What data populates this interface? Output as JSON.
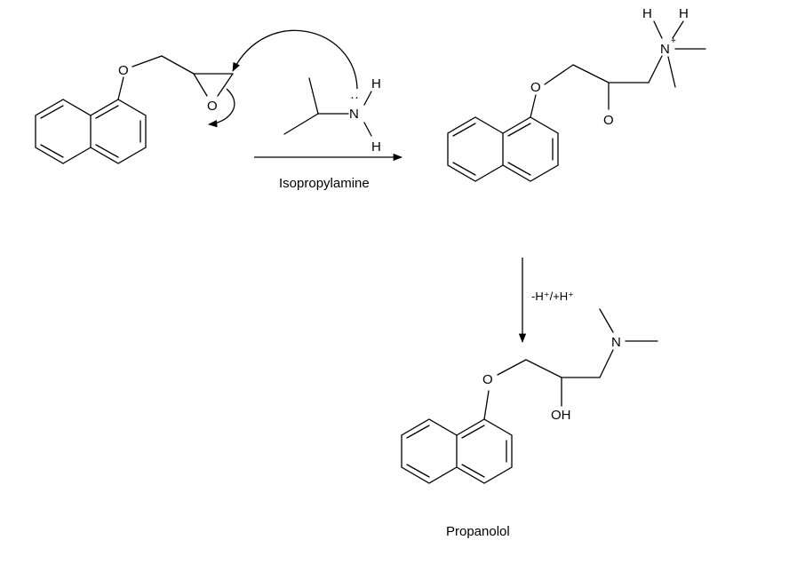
{
  "reaction": {
    "reagent_label": "Isopropylamine",
    "proton_transfer_label": "-H⁺/+H⁺",
    "product_name": "Propanolol"
  },
  "atoms": {
    "oxygen": "O",
    "nitrogen": "N",
    "hydrogen": "H",
    "hydroxyl": "OH",
    "charge_plus": "+",
    "lone_pair": "··"
  }
}
